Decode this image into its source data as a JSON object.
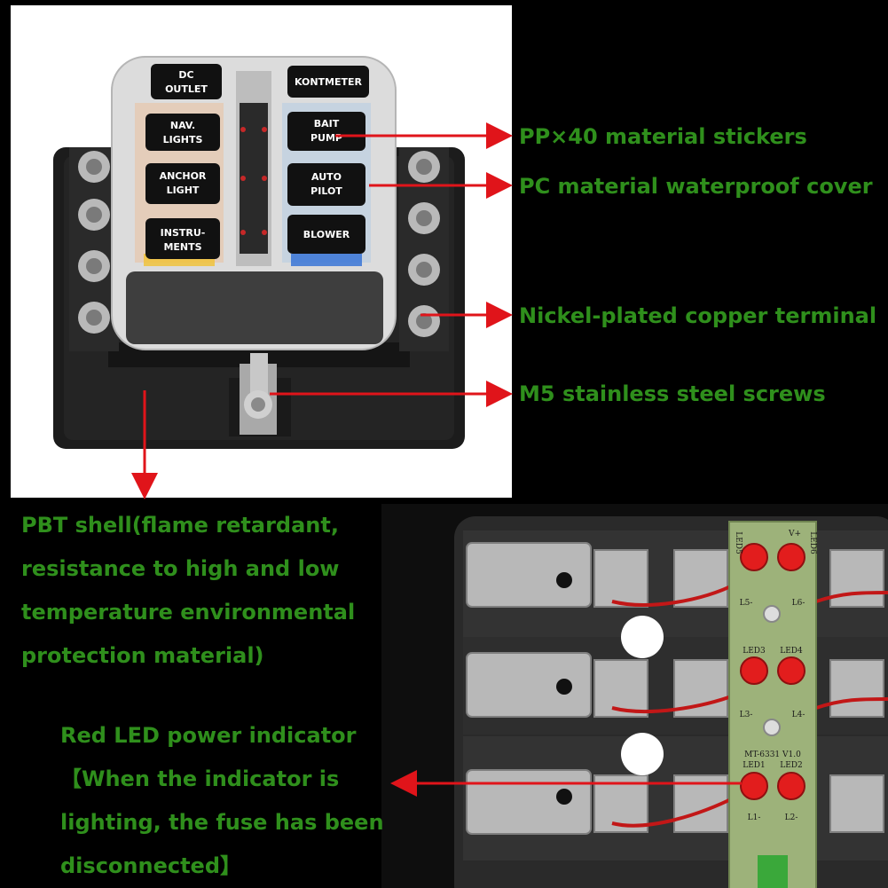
{
  "fuse_box": {
    "slot_labels": [
      {
        "line1": "DC",
        "line2": "OUTLET"
      },
      {
        "line1": "KONTMETER",
        "line2": ""
      },
      {
        "line1": "NAV.",
        "line2": "LIGHTS"
      },
      {
        "line1": "BAIT",
        "line2": "PUMP"
      },
      {
        "line1": "ANCHOR",
        "line2": "LIGHT"
      },
      {
        "line1": "AUTO",
        "line2": "PILOT"
      },
      {
        "line1": "INSTRU-",
        "line2": "MENTS"
      },
      {
        "line1": "BLOWER",
        "line2": ""
      }
    ]
  },
  "pcb": {
    "led_labels": [
      "LED5",
      "LED6",
      "LED3",
      "LED4",
      "LED1",
      "LED2"
    ],
    "terminal_labels": [
      "V+",
      "L5-",
      "L6-",
      "L3-",
      "L4-",
      "L1-",
      "L2-"
    ],
    "model": "MT-6331 V1.0"
  },
  "callouts": {
    "stickers": "PP×40 material stickers",
    "cover": "PC material waterproof cover",
    "terminal": "Nickel-plated copper terminal",
    "screws": "M5 stainless steel screws",
    "shell_lines": [
      "PBT shell(flame retardant,",
      "resistance to high and low",
      "temperature environmental",
      "protection material)"
    ],
    "led_lines": [
      "Red LED power indicator",
      "【When the indicator is",
      "lighting, the fuse has been",
      "disconnected】"
    ]
  },
  "colors": {
    "text_green": "#2f8f1c",
    "arrow_red": "#e0141a",
    "background": "#000000"
  }
}
